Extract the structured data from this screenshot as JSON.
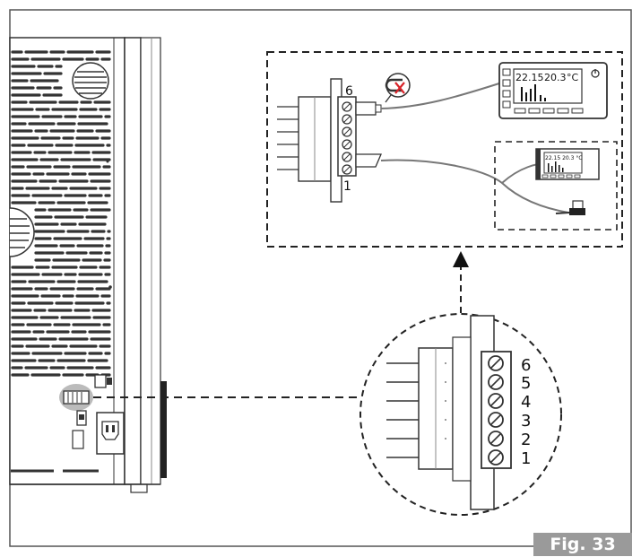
{
  "figure_label": "Fig. 33",
  "terminal_labels": [
    "6",
    "5",
    "4",
    "3",
    "2",
    "1"
  ],
  "inset_terminal_top": "6",
  "inset_terminal_bottom": "1",
  "display_main": {
    "reading_1": "22.15",
    "reading_2": "20.3",
    "unit": "°C"
  },
  "display_small": {
    "reading": "22.15 20.3 °C"
  }
}
